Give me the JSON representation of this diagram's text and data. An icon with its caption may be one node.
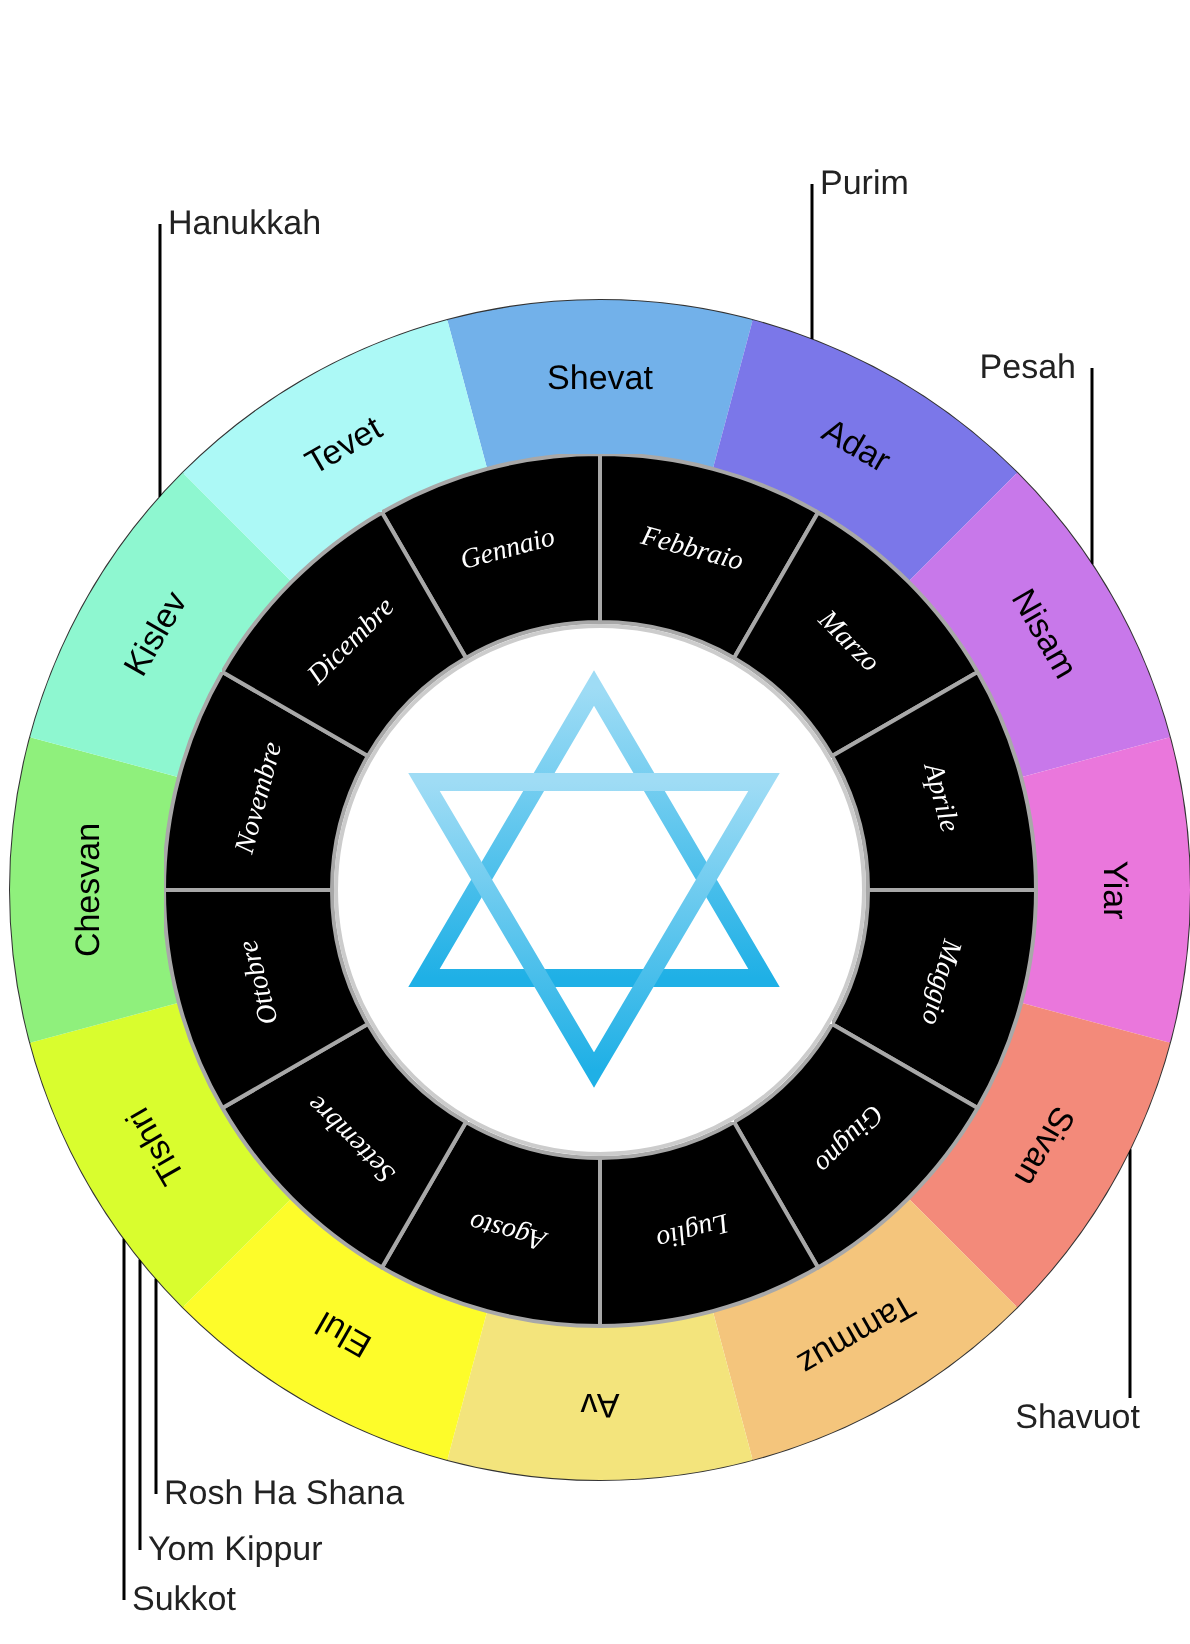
{
  "diagram": {
    "nodes": [
      {
        "text": [
          "Shevat"
        ]
      },
      {
        "text": [
          "Adar"
        ]
      },
      {
        "text": [
          "Nisam"
        ]
      },
      {
        "text": [
          "Yiar"
        ]
      },
      {
        "text": [
          "Sivan"
        ]
      },
      {
        "text": [
          "Tammuz"
        ]
      },
      {
        "text": [
          "Av"
        ]
      },
      {
        "text": [
          "Elul"
        ]
      },
      {
        "text": [
          "Tishri"
        ]
      },
      {
        "text": [
          "Chesvan"
        ]
      },
      {
        "text": [
          "Kislev"
        ]
      },
      {
        "text": [
          "Tevet"
        ]
      },
      {
        "text": [
          "Gennaio"
        ]
      },
      {
        "text": [
          "Febbraio"
        ]
      },
      {
        "text": [
          "Marzo"
        ]
      },
      {
        "text": [
          "Aprile"
        ]
      },
      {
        "text": [
          "Maggio"
        ]
      },
      {
        "text": [
          "Giugno"
        ]
      },
      {
        "text": [
          "Luglio"
        ]
      },
      {
        "text": [
          "Agosto"
        ]
      },
      {
        "text": [
          "Settembre"
        ]
      },
      {
        "text": [
          "Ottobre"
        ]
      },
      {
        "text": [
          "Novembre"
        ]
      },
      {
        "text": [
          "Dicembre"
        ]
      },
      {
        "text": [
          "Hanukkah"
        ]
      },
      {
        "text": [
          "Purim"
        ]
      },
      {
        "text": [
          "Pesah"
        ]
      },
      {
        "text": [
          "Shavuot"
        ]
      },
      {
        "text": [
          "Rosh Ha Shana"
        ]
      },
      {
        "text": [
          "Yom Kippur"
        ]
      },
      {
        "text": [
          "Sukkot"
        ]
      }
    ],
    "edges": [
      {
        "from": 24,
        "to": 10,
        "arrow": "none"
      },
      {
        "from": 25,
        "to": 1,
        "arrow": "none"
      },
      {
        "from": 26,
        "to": 2,
        "arrow": "none"
      },
      {
        "from": 27,
        "to": 4,
        "arrow": "none"
      },
      {
        "from": 28,
        "to": 8,
        "arrow": "none"
      },
      {
        "from": 29,
        "to": 8,
        "arrow": "none"
      },
      {
        "from": 30,
        "to": 8,
        "arrow": "none"
      }
    ]
  }
}
